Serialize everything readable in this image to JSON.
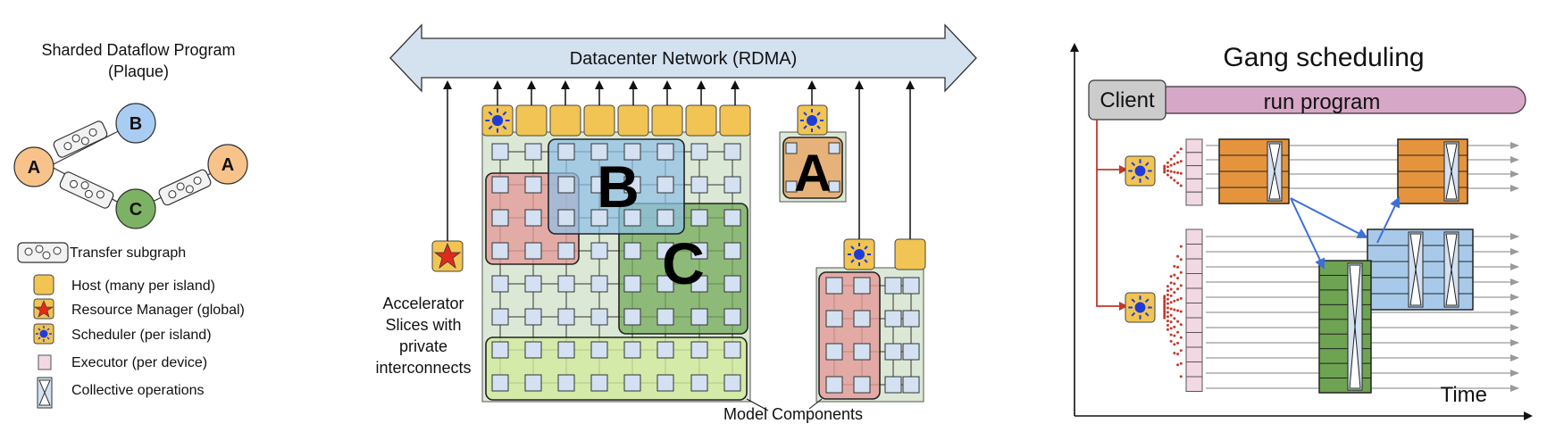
{
  "left_panel": {
    "title_line1": "Sharded Dataflow Program",
    "title_line2": "(Plaque)",
    "nodes": [
      "A",
      "B",
      "C",
      "A"
    ],
    "legend": [
      {
        "icon": "transfer-subgraph-icon",
        "label": "Transfer subgraph"
      },
      {
        "icon": "host-icon",
        "label": "Host (many per island)"
      },
      {
        "icon": "resource-manager-star-icon",
        "label": "Resource Manager (global)"
      },
      {
        "icon": "scheduler-sun-icon",
        "label": "Scheduler (per island)"
      },
      {
        "icon": "executor-square-icon",
        "label": "Executor (per device)"
      },
      {
        "icon": "collective-op-icon",
        "label": "Collective operations"
      }
    ]
  },
  "center_panel": {
    "network_label": "Datacenter Network (RDMA)",
    "accelerator_label_lines": [
      "Accelerator",
      "Slices with",
      "private",
      "interconnects"
    ],
    "model_components_label": "Model Components",
    "components": [
      "B",
      "C",
      "A"
    ]
  },
  "right_panel": {
    "title": "Gang scheduling",
    "client_label": "Client",
    "run_label": "run program",
    "time_label": "Time"
  },
  "colors": {
    "host": "#f1c453",
    "network": "#d4e2f0",
    "node_a": "#f7c38a",
    "node_b": "#a9cdf2",
    "node_c": "#7cb264",
    "island": "#dce8d6",
    "chip": "#d3e1f2",
    "comp_b": "#8fbfe6",
    "comp_c": "#74ab5a",
    "comp_red": "#e59a98",
    "comp_yellow": "#d2ea9c",
    "comp_a": "#e7b27a",
    "orange_block": "#e5943d",
    "green_block": "#6ea352",
    "blue_block": "#a8c9ea",
    "run_bar": "#d6a7c6",
    "executor": "#f1d8e2",
    "client_box": "#cccccc",
    "arrow_red": "#c0392b",
    "arrow_blue": "#3d6fd8"
  }
}
